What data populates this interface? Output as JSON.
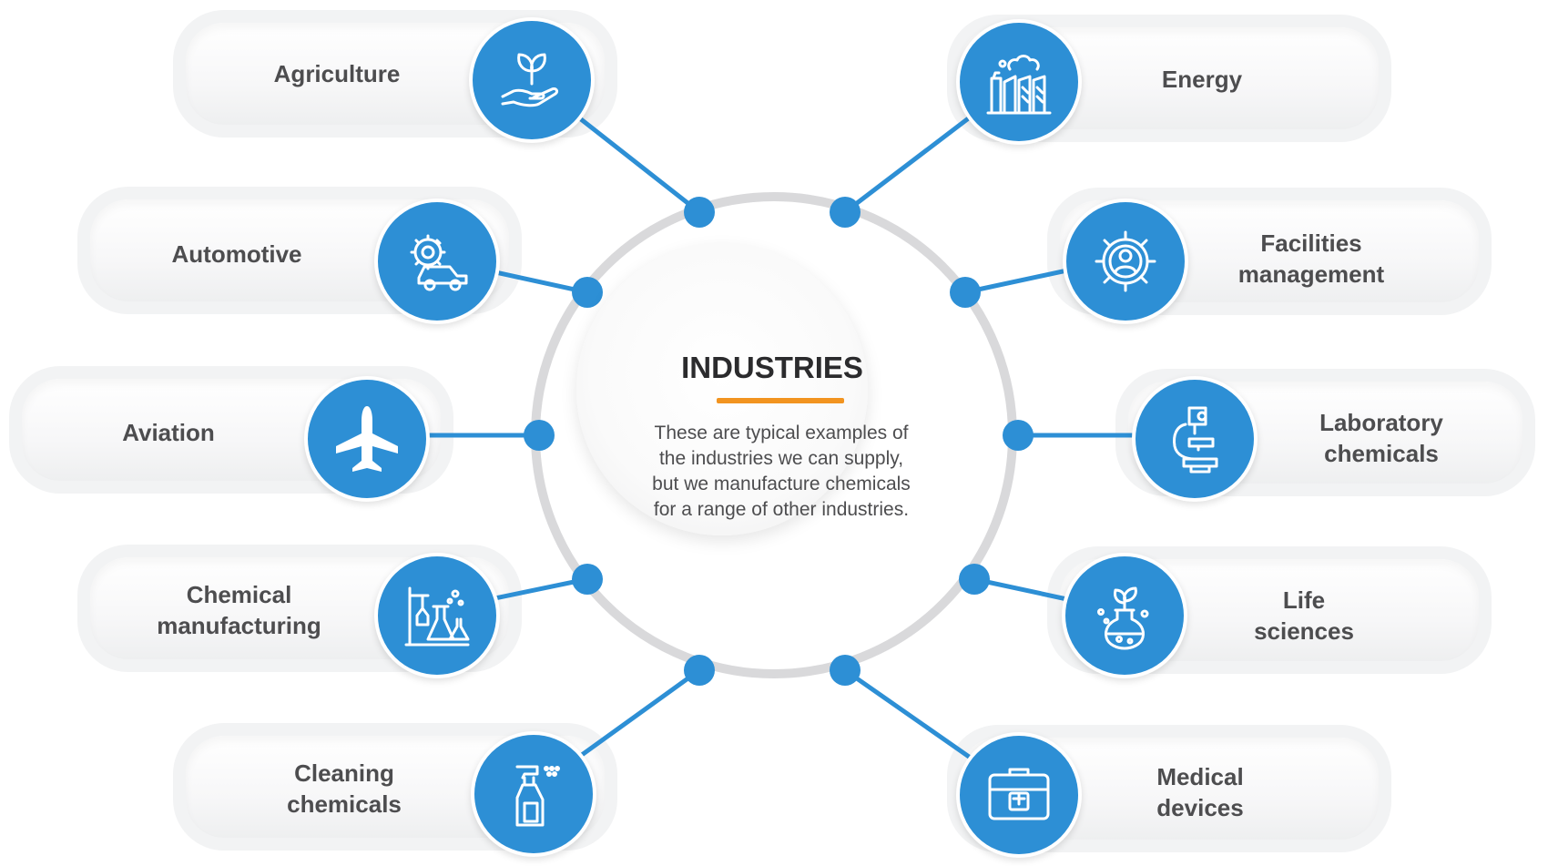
{
  "center": {
    "title": "INDUSTRIES",
    "description": "These are typical examples of the industries we can supply, but we manufacture chemicals for a range of other industries."
  },
  "colors": {
    "accent": "#2d8fd5",
    "underline": "#f29420",
    "ring": "#d9d9db",
    "text": "#4d4d4f"
  },
  "industries": [
    {
      "id": "agriculture",
      "lines": [
        "Agriculture"
      ],
      "icon": "plant-in-hand-icon"
    },
    {
      "id": "automotive",
      "lines": [
        "Automotive"
      ],
      "icon": "car-and-gear-icon"
    },
    {
      "id": "aviation",
      "lines": [
        "Aviation"
      ],
      "icon": "airplane-icon"
    },
    {
      "id": "chemical-manufacturing",
      "lines": [
        "Chemical",
        "manufacturing"
      ],
      "icon": "lab-glassware-icon"
    },
    {
      "id": "cleaning-chemicals",
      "lines": [
        "Cleaning",
        "chemicals"
      ],
      "icon": "spray-bottle-icon"
    },
    {
      "id": "energy",
      "lines": [
        "Energy"
      ],
      "icon": "factory-icon"
    },
    {
      "id": "facilities-management",
      "lines": [
        "Facilities",
        "management"
      ],
      "icon": "gear-person-icon"
    },
    {
      "id": "laboratory-chemicals",
      "lines": [
        "Laboratory",
        "chemicals"
      ],
      "icon": "microscope-icon"
    },
    {
      "id": "life-sciences",
      "lines": [
        "Life",
        "sciences"
      ],
      "icon": "flask-plant-icon"
    },
    {
      "id": "medical-devices",
      "lines": [
        "Medical",
        "devices"
      ],
      "icon": "medical-kit-icon"
    }
  ]
}
